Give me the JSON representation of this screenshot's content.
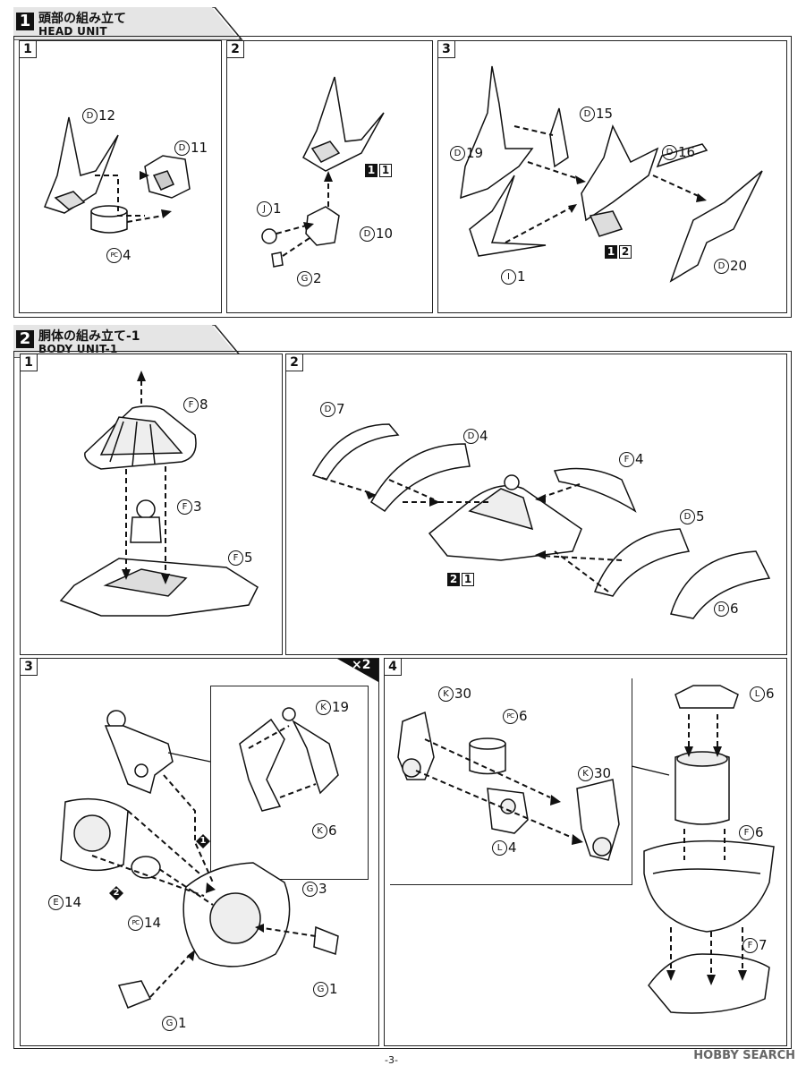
{
  "sections": [
    {
      "num": "1",
      "title_jp": "頭部の組み立て",
      "title_en": "HEAD UNIT"
    },
    {
      "num": "2",
      "title_jp": "胴体の組み立て-1",
      "title_en": "BODY UNIT-1"
    }
  ],
  "steps": {
    "s1_1": "1",
    "s1_2": "2",
    "s1_3": "3",
    "s2_1": "1",
    "s2_2": "2",
    "s2_3": "3",
    "s2_4": "4"
  },
  "repeat_badge": "×2",
  "order_marks": {
    "first": "1",
    "second": "2"
  },
  "parts": {
    "s1_1": [
      {
        "runner": "D",
        "num": "12"
      },
      {
        "runner": "D",
        "num": "11"
      },
      {
        "runner": "PC",
        "num": "4"
      }
    ],
    "s1_2": [
      {
        "runner": "J",
        "num": "1"
      },
      {
        "runner": "D",
        "num": "10"
      },
      {
        "runner": "G",
        "num": "2"
      }
    ],
    "s1_3": [
      {
        "runner": "D",
        "num": "15"
      },
      {
        "runner": "D",
        "num": "19"
      },
      {
        "runner": "D",
        "num": "16"
      },
      {
        "runner": "I",
        "num": "1"
      },
      {
        "runner": "D",
        "num": "20"
      }
    ],
    "s2_1": [
      {
        "runner": "F",
        "num": "8"
      },
      {
        "runner": "F",
        "num": "3"
      },
      {
        "runner": "F",
        "num": "5"
      }
    ],
    "s2_2": [
      {
        "runner": "D",
        "num": "7"
      },
      {
        "runner": "D",
        "num": "4"
      },
      {
        "runner": "F",
        "num": "4"
      },
      {
        "runner": "D",
        "num": "5"
      },
      {
        "runner": "D",
        "num": "6"
      }
    ],
    "s2_3": [
      {
        "runner": "K",
        "num": "19"
      },
      {
        "runner": "K",
        "num": "6"
      },
      {
        "runner": "E",
        "num": "14"
      },
      {
        "runner": "PC",
        "num": "14"
      },
      {
        "runner": "G",
        "num": "3"
      },
      {
        "runner": "G",
        "num": "1"
      },
      {
        "runner": "G",
        "num": "1"
      }
    ],
    "s2_4": [
      {
        "runner": "K",
        "num": "30"
      },
      {
        "runner": "PC",
        "num": "6"
      },
      {
        "runner": "K",
        "num": "30"
      },
      {
        "runner": "L",
        "num": "4"
      },
      {
        "runner": "L",
        "num": "6"
      },
      {
        "runner": "F",
        "num": "6"
      },
      {
        "runner": "F",
        "num": "7"
      }
    ]
  },
  "refs": {
    "s1_2": [
      "1",
      "1"
    ],
    "s1_3": [
      "1",
      "2"
    ],
    "s2_2": [
      "2",
      "1"
    ]
  },
  "page_number": "-3-",
  "watermark": "HOBBY SEARCH"
}
